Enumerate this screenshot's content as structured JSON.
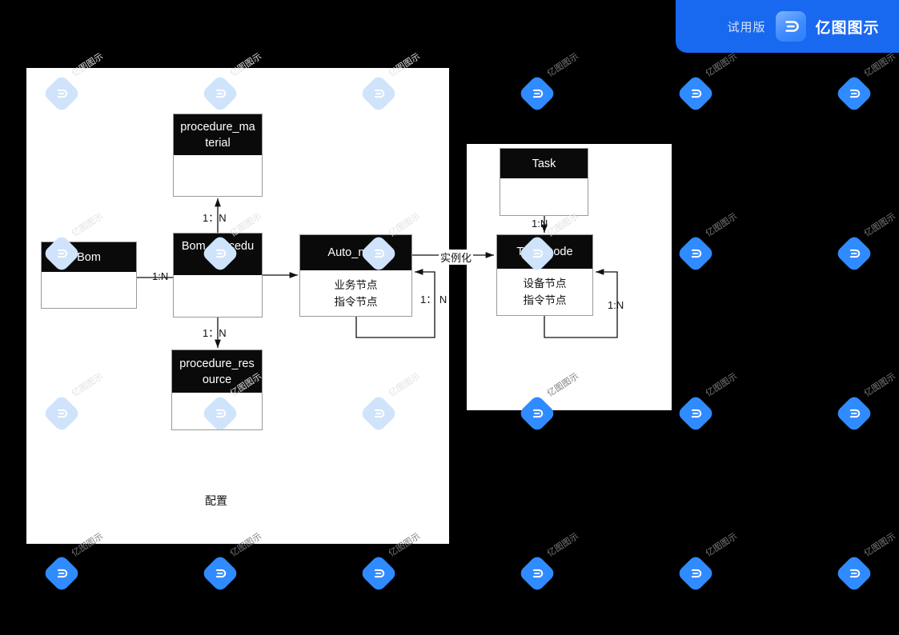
{
  "badge": {
    "trial_label": "试用版",
    "brand_name": "亿图图示",
    "logo_icon": "edraw-logo-icon",
    "background_color": "#1868f0"
  },
  "watermark": {
    "label": "亿图图示",
    "logo_icon": "edraw-watermark-icon",
    "color_on_dark": "#2f8bff",
    "color_on_light": "#cfe3fb"
  },
  "canvas": {
    "background_color": "#000000",
    "panel_color": "#ffffff",
    "entity_header_color": "#0a0a0a",
    "entity_border_color": "#9a9a9a"
  },
  "diagram": {
    "type": "entity-relationship",
    "entities": [
      {
        "id": "procedure_material",
        "title": "procedure_ma\nterial",
        "body": ""
      },
      {
        "id": "bom",
        "title": "Bom",
        "body": ""
      },
      {
        "id": "bom_procedure",
        "title": "Bom_procedu\nre",
        "body": ""
      },
      {
        "id": "procedure_resource",
        "title": "procedure_res\nource",
        "body": ""
      },
      {
        "id": "auto_node",
        "title": "Auto_node",
        "body": "业务节点\n指令节点"
      },
      {
        "id": "task",
        "title": "Task",
        "body": ""
      },
      {
        "id": "task_node",
        "title": "Task_node",
        "body": "设备节点\n指令节点"
      }
    ],
    "connections": [
      {
        "from": "bom_procedure",
        "to": "procedure_material",
        "label": "1：N"
      },
      {
        "from": "bom",
        "to": "bom_procedure",
        "label": "1:N"
      },
      {
        "from": "bom_procedure",
        "to": "procedure_resource",
        "label": "1：N"
      },
      {
        "from": "bom_procedure",
        "to": "auto_node",
        "label": ""
      },
      {
        "from": "auto_node",
        "to": "auto_node",
        "label": "1： N"
      },
      {
        "from": "auto_node",
        "to": "task_node",
        "label": "实例化"
      },
      {
        "from": "task",
        "to": "task_node",
        "label": "1:N"
      },
      {
        "from": "task_node",
        "to": "task_node",
        "label": "1:N"
      }
    ],
    "labels": {
      "bom_to_procedure_material": "1：N",
      "bom_to_bom_procedure": "1:N",
      "bom_procedure_to_resource": "1：N",
      "auto_node_self": "1： N",
      "auto_to_task_node": "实例化",
      "task_to_task_node": "1:N",
      "task_node_self": "1:N"
    },
    "annotations": [
      {
        "id": "config-note",
        "text": "配置"
      }
    ]
  }
}
